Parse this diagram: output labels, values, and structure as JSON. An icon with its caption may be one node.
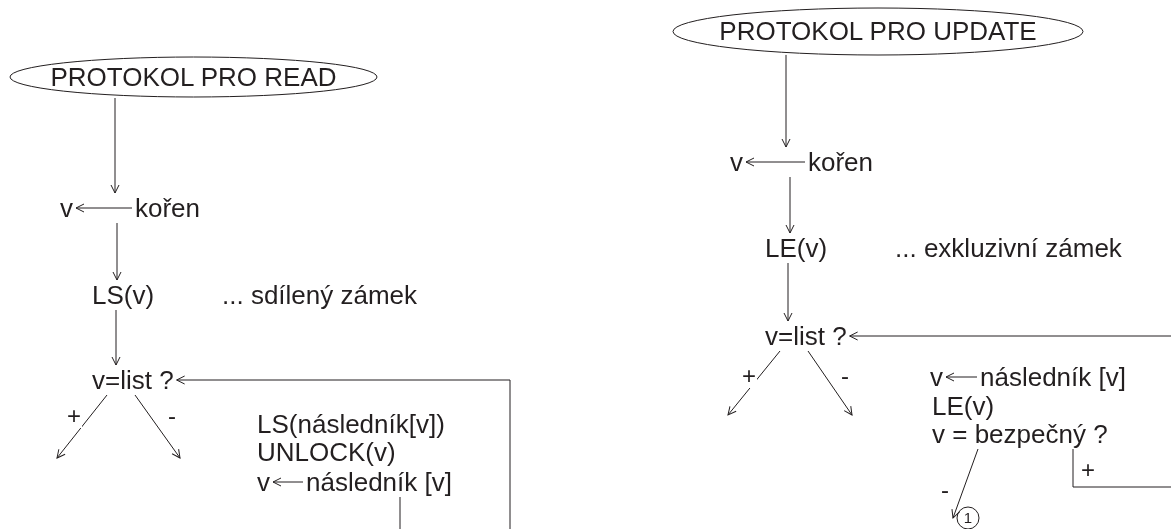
{
  "diagram": {
    "nodes": [
      {
        "text": [
          "PROTOKOL PRO READ"
        ]
      },
      {
        "text": [
          "v"
        ]
      },
      {
        "text": [
          "kořen"
        ]
      },
      {
        "text": [
          "LS(v)"
        ]
      },
      {
        "text": [
          "... sdílený zámek"
        ]
      },
      {
        "text": [
          "v=list ?"
        ]
      },
      {
        "text": [
          "LS(následník[v])",
          "UNLOCK(v)"
        ]
      },
      {
        "text": [
          "v"
        ]
      },
      {
        "text": [
          "následník [v]"
        ]
      },
      {
        "text": [
          "PROTOKOL PRO UPDATE"
        ]
      },
      {
        "text": [
          "v"
        ]
      },
      {
        "text": [
          "kořen"
        ]
      },
      {
        "text": [
          "LE(v)"
        ]
      },
      {
        "text": [
          "... exkluzivní zámek"
        ]
      },
      {
        "text": [
          "v=list ?"
        ]
      },
      {
        "text": [
          "v"
        ]
      },
      {
        "text": [
          "následník [v]"
        ]
      },
      {
        "text": [
          "LE(v)"
        ]
      },
      {
        "text": [
          "v = bezpečný ?"
        ]
      },
      {
        "text": [
          "1"
        ]
      }
    ],
    "edges": [
      {
        "from": 0,
        "to": 2,
        "arrow": "to"
      },
      {
        "from": 2,
        "to": 3,
        "arrow": "to"
      },
      {
        "from": 2,
        "to": 1,
        "arrow": "to"
      },
      {
        "from": 3,
        "to": 5,
        "arrow": "to"
      },
      {
        "from": 5,
        "to": null,
        "arrow": "to",
        "label": "+"
      },
      {
        "from": 5,
        "to": null,
        "arrow": "to",
        "label": "-"
      },
      {
        "from": 8,
        "to": 7,
        "arrow": "to"
      },
      {
        "from": 8,
        "to": null,
        "arrow": "none"
      },
      {
        "from": null,
        "to": 5,
        "arrow": "to"
      },
      {
        "from": 9,
        "to": 11,
        "arrow": "to"
      },
      {
        "from": 11,
        "to": 12,
        "arrow": "to"
      },
      {
        "from": 11,
        "to": 10,
        "arrow": "to"
      },
      {
        "from": 12,
        "to": 14,
        "arrow": "to"
      },
      {
        "from": 14,
        "to": null,
        "arrow": "to",
        "label": "+"
      },
      {
        "from": 14,
        "to": null,
        "arrow": "to",
        "label": "-"
      },
      {
        "from": null,
        "to": 14,
        "arrow": "to"
      },
      {
        "from": 16,
        "to": 15,
        "arrow": "to"
      },
      {
        "from": 18,
        "to": 19,
        "arrow": "to",
        "label": "-"
      },
      {
        "from": 18,
        "to": null,
        "arrow": "none",
        "label": "+"
      }
    ]
  }
}
